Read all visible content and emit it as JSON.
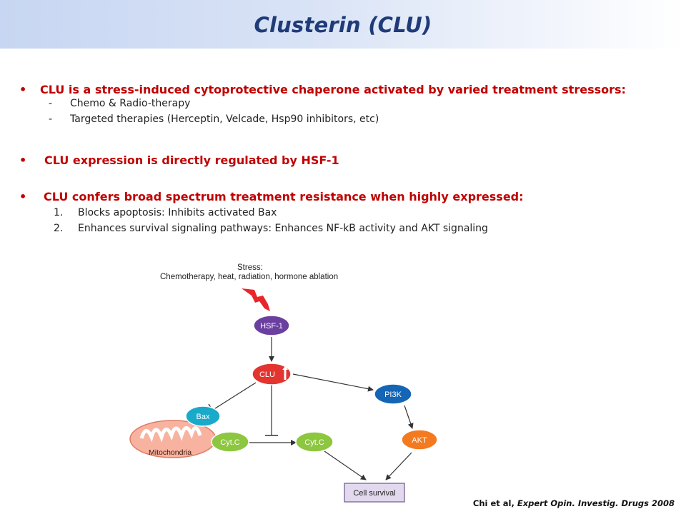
{
  "title": "Clusterin (CLU)",
  "bullets": [
    {
      "text": "CLU is a stress-induced cytoprotective chaperone activated by varied treatment stressors:",
      "marker": "•",
      "sub": [
        {
          "marker": "-",
          "text": "Chemo & Radio-therapy"
        },
        {
          "marker": "-",
          "text": "Targeted therapies (Herceptin, Velcade, Hsp90 inhibitors, etc)"
        }
      ]
    },
    {
      "text": "CLU expression is directly regulated by HSF-1",
      "marker": "•"
    },
    {
      "text": "CLU confers broad spectrum treatment resistance when highly expressed:",
      "marker": "•",
      "sub": [
        {
          "marker": "1.",
          "text": "Blocks apoptosis: Inhibits activated Bax"
        },
        {
          "marker": "2.",
          "text": "Enhances survival signaling pathways: Enhances NF-kB activity  and AKT signaling"
        }
      ]
    }
  ],
  "diagram": {
    "stress_label": "Stress:",
    "stress_detail": "Chemotherapy, heat, radiation, hormone ablation",
    "nodes": {
      "hsf1": "HSF-1",
      "clu": "CLU",
      "pi3k": "PI3K",
      "bax": "Bax",
      "cytc_left": "Cyt.C",
      "cytc_right": "Cyt.C",
      "akt": "AKT",
      "mitochondria": "Mitochondria",
      "cell_survival": "Cell survival"
    },
    "colors": {
      "hsf1": "#6b3fa0",
      "clu": "#e3342f",
      "pi3k": "#1565b5",
      "bax": "#19a9c9",
      "cytc": "#8dc63f",
      "akt": "#f47a1f",
      "mitochondria": "#f8b3a0",
      "cell_survival": "#e2d9ee",
      "lightning": "#e8262b"
    }
  },
  "citation": {
    "authors": "Chi et al,",
    "journal": "Expert Opin. Investig. Drugs 2008"
  }
}
